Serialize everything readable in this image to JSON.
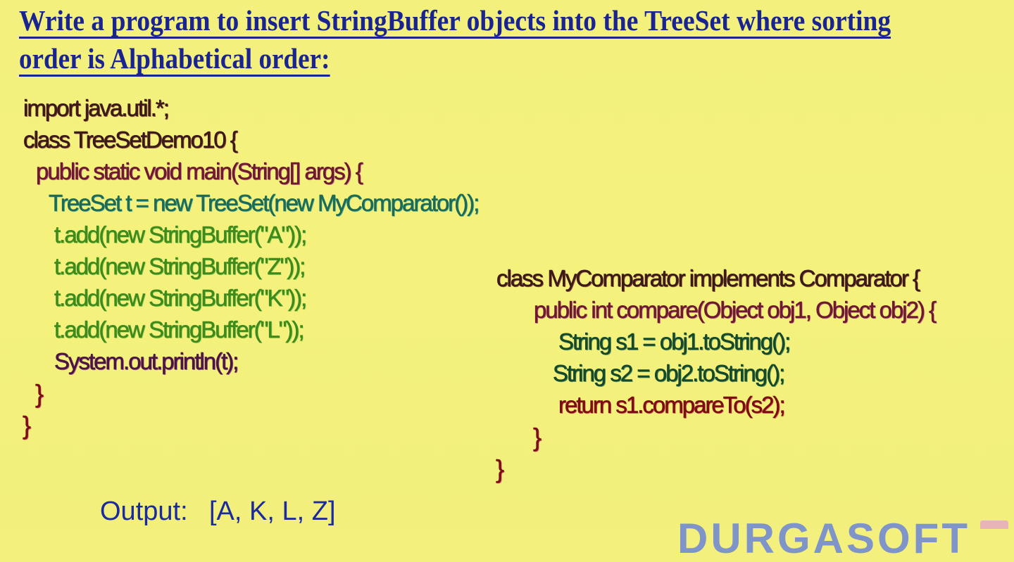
{
  "title": {
    "line1": "Write a program to insert StringBuffer objects into the TreeSet where sorting",
    "line2": "order is Alphabetical order:"
  },
  "main_code": [
    "import java.util.*;",
    "class TreeSetDemo10  {",
    "public static void main(String[] args) {",
    "TreeSet t = new TreeSet(new MyComparator());",
    "t.add(new StringBuffer(\"A\"));",
    "t.add(new StringBuffer(\"Z\"));",
    "t.add(new StringBuffer(\"K\"));",
    "t.add(new StringBuffer(\"L\"));",
    "System.out.println(t);",
    "}",
    "}"
  ],
  "comparator_code": [
    "class MyComparator implements Comparator  {",
    "public int compare(Object obj1, Object obj2) {",
    "String s1 = obj1.toString();",
    "String s2 = obj2.toString();",
    "return s1.compareTo(s2);",
    "}",
    "}"
  ],
  "output": {
    "label": "Output:",
    "value": "[A, K, L, Z]"
  },
  "watermark": "DURGASOFT"
}
